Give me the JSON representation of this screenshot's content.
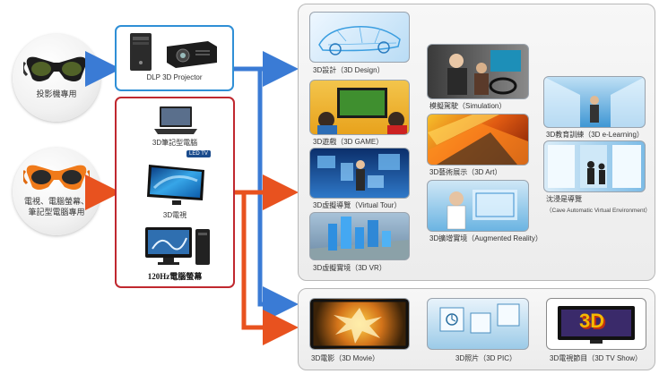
{
  "sources": {
    "projector_glasses": "投影機專用",
    "tv_glasses_line1": "電視、電腦螢幕、",
    "tv_glasses_line2": "筆記型電腦專用"
  },
  "devices": {
    "projector": "DLP 3D Projector",
    "notebook": "3D筆記型電腦",
    "led_badge": "LED TV",
    "tv": "3D電視",
    "monitor": "120Hz電腦螢幕"
  },
  "applications": {
    "design": "3D設計（3D Design）",
    "game": "3D遊戲（3D GAME）",
    "virtual_tour": "3D虛擬導覽（Virtual Tour）",
    "vr": "3D虛擬實境（3D VR）",
    "simulation": "模擬駕駛（Simulation）",
    "art": "3D藝術展示（3D Art）",
    "augmented": "3D擴增實境（Augmented Reality）",
    "elearning": "3D教育訓練（3D e-Learning）",
    "cave_title": "沈浸是導覽",
    "cave_sub": "（Cave Automatic Virtual Environment）"
  },
  "media": {
    "movie": "3D電影（3D Movie）",
    "pic": "3D照片（3D PIC）",
    "tvshow": "3D電視節目（3D TV Show）",
    "tvshow_logo": "3D"
  },
  "colors": {
    "blue": "#3a7bd5",
    "orange": "#e8521f",
    "red_frame": "#c0282f",
    "blue_frame": "#2f8fd6"
  }
}
